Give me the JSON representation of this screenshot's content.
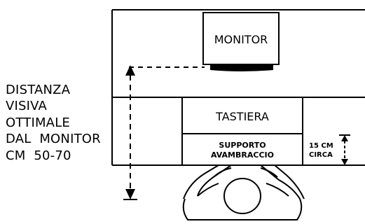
{
  "colors": {
    "ink": "#000000",
    "paper": "#ffffff"
  },
  "labels": {
    "monitor": "MONITOR",
    "keyboard": "TASTIERA",
    "forearm_support_line1": "SUPPORTO",
    "forearm_support_line2": "AVAMBRACCIO",
    "height_value": "15 CM",
    "height_note": "CIRCA"
  },
  "side_text": {
    "line1": "DISTANZA",
    "line2": "VISIVA",
    "line3": "OTTIMALE",
    "line4": "DAL  MONITOR",
    "line5": "CM  50-70"
  }
}
